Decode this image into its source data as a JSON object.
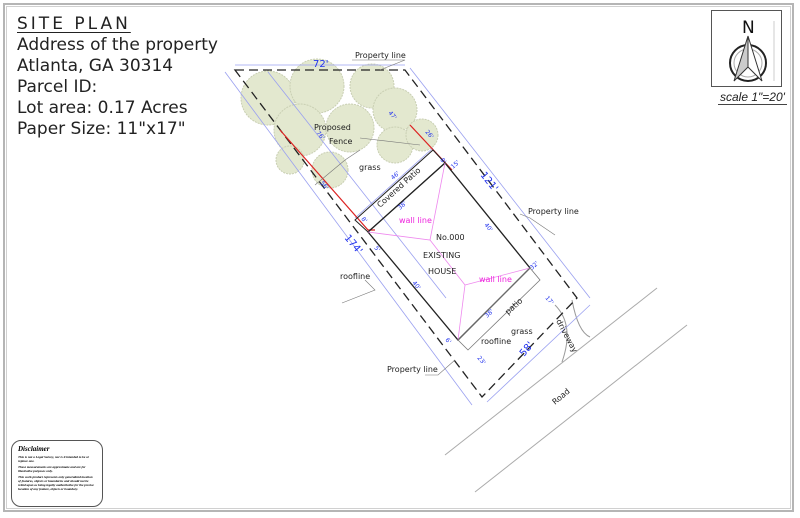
{
  "title_block": {
    "title": "SITE PLAN",
    "address_line": "Address of the property",
    "city_line": "Atlanta, GA 30314",
    "parcel": "Parcel ID:",
    "lot_area": "Lot area: 0.17 Acres",
    "paper_size": "Paper Size: 11\"x17\""
  },
  "north_arrow": {
    "letter": "N",
    "scale": "scale 1\"=20'"
  },
  "disclaimer": {
    "heading": "Disclaimer",
    "paragraphs": [
      "This is not a Legal Survey, nor is it intended to be or replace one.",
      "These measurements are approximate and are for illustrative purposes only.",
      "This work product represents only generalized location of features, objects or boundaries and should not be relied upon as being legally authoritative for the precise location of any feature, objects or boundary."
    ]
  },
  "plan": {
    "labels": {
      "property_line_top": "Property line",
      "property_line_right": "Property line",
      "property_line_bottom": "Property line",
      "proposed_fence": "Proposed\nFence",
      "proposed": "Proposed",
      "fence": "Fence",
      "grass_top": "grass",
      "grass_bottom": "grass",
      "covered_patio": "Covered Patio",
      "wall_line_1": "wall line",
      "wall_line_2": "wall line",
      "house_number": "No.000",
      "house_line1": "EXISTING",
      "house_line2": "HOUSE",
      "roofline_left": "roofline",
      "roofline_bottom": "roofline",
      "patio": "patio",
      "driveway": "driveway",
      "road": "Road"
    },
    "dimensions": {
      "top": "72'",
      "left": "174'",
      "right": "121'",
      "front": "58'",
      "fence_left_outer": "76'",
      "fence_left": "56'",
      "fence_right_outer": "47'",
      "fence_right": "26'",
      "patio_depth_outer": "46'",
      "patio_width": "38'",
      "patio_side_left": "8'",
      "patio_side_right": "8'",
      "setback_right_top": "15'",
      "house_right": "40'",
      "house_left": "40'",
      "setback_left": "5'",
      "house_rear_right": "32'",
      "setback_right_bottom": "17'",
      "house_front": "38'",
      "setback_front_left": "6'",
      "front_yard": "23'"
    },
    "colors": {
      "dimension": "#2233ee",
      "wall_line": "#ee22dd",
      "fence": "#dd2222",
      "tree": "#e3e8cf"
    }
  }
}
